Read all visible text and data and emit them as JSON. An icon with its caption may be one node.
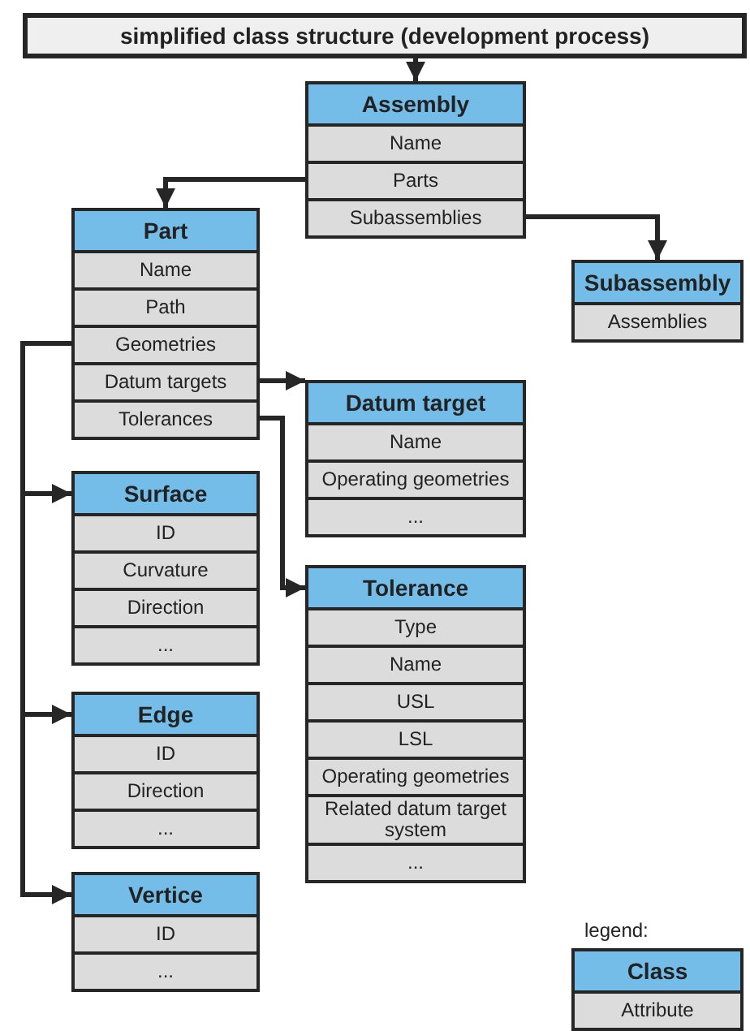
{
  "diagram": {
    "nodes": [
      {
        "text": [
          "simplified class structure (development process)"
        ]
      },
      {
        "text": [
          "Assembly"
        ]
      },
      {
        "text": [
          "Name"
        ],
        "in": 1
      },
      {
        "text": [
          "Parts"
        ],
        "in": 1
      },
      {
        "text": [
          "Subassemblies"
        ],
        "in": 1
      },
      {
        "text": [
          "Part"
        ]
      },
      {
        "text": [
          "Name"
        ],
        "in": 5
      },
      {
        "text": [
          "Path"
        ],
        "in": 5
      },
      {
        "text": [
          "Geometries"
        ],
        "in": 5
      },
      {
        "text": [
          "Datum targets"
        ],
        "in": 5
      },
      {
        "text": [
          "Tolerances"
        ],
        "in": 5
      },
      {
        "text": [
          "Subassembly"
        ]
      },
      {
        "text": [
          "Assemblies"
        ],
        "in": 11
      },
      {
        "text": [
          "Datum target"
        ]
      },
      {
        "text": [
          "Name"
        ],
        "in": 13
      },
      {
        "text": [
          "Operating geometries"
        ],
        "in": 13
      },
      {
        "text": [
          "..."
        ],
        "in": 13
      },
      {
        "text": [
          "Surface"
        ]
      },
      {
        "text": [
          "ID"
        ],
        "in": 17
      },
      {
        "text": [
          "Curvature"
        ],
        "in": 17
      },
      {
        "text": [
          "Direction"
        ],
        "in": 17
      },
      {
        "text": [
          "..."
        ],
        "in": 17
      },
      {
        "text": [
          "Tolerance"
        ]
      },
      {
        "text": [
          "Type"
        ],
        "in": 22
      },
      {
        "text": [
          "Name"
        ],
        "in": 22
      },
      {
        "text": [
          "USL"
        ],
        "in": 22
      },
      {
        "text": [
          "LSL"
        ],
        "in": 22
      },
      {
        "text": [
          "Operating geometries"
        ],
        "in": 22
      },
      {
        "text": [
          "Related datum target system"
        ],
        "in": 22
      },
      {
        "text": [
          "..."
        ],
        "in": 22
      },
      {
        "text": [
          "Edge"
        ]
      },
      {
        "text": [
          "ID"
        ],
        "in": 30
      },
      {
        "text": [
          "Direction"
        ],
        "in": 30
      },
      {
        "text": [
          "..."
        ],
        "in": 30
      },
      {
        "text": [
          "Vertice"
        ]
      },
      {
        "text": [
          "ID"
        ],
        "in": 34
      },
      {
        "text": [
          "..."
        ],
        "in": 34
      }
    ],
    "edges": [
      {
        "from": 0,
        "to": 1,
        "arrow": "to"
      },
      {
        "from": 3,
        "to": 5,
        "arrow": "to"
      },
      {
        "from": 4,
        "to": 11,
        "arrow": "to"
      },
      {
        "from": 9,
        "to": 13,
        "arrow": "to"
      },
      {
        "from": 10,
        "to": 22,
        "arrow": "to"
      },
      {
        "from": 8,
        "to": 17,
        "arrow": "to"
      },
      {
        "from": 8,
        "to": 30,
        "arrow": "to"
      },
      {
        "from": 8,
        "to": 34,
        "arrow": "to"
      }
    ],
    "labels": [
      "legend:"
    ],
    "legend": [
      {
        "text": "Class",
        "color": "#74bde8"
      },
      {
        "text": "Attribute",
        "color": "#dcdcdc"
      }
    ]
  }
}
